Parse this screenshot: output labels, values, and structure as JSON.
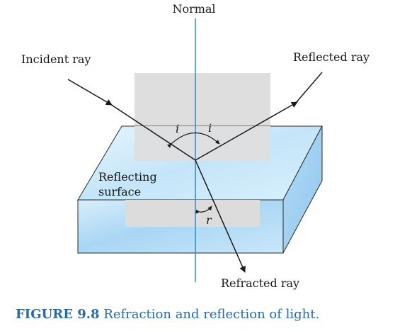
{
  "labels": {
    "normal": "Normal",
    "incident": "Incident ray",
    "reflected": "Reflected ray",
    "refracted": "Refracted ray",
    "surface_line1": "Reflecting",
    "surface_line2": "surface",
    "angle_incidence_left": "i",
    "angle_incidence_right": "i",
    "angle_refraction": "r"
  },
  "caption": {
    "figure_number": "FIGURE 9.8",
    "text": "Refraction and reflection of light."
  },
  "colors": {
    "caption": "#2a6aa6",
    "normal_line": "#3a8fd0",
    "glass_top": "#cfe9fb",
    "glass_front": "#b6dcf6",
    "glass_side": "#a9d3f1",
    "gray_plane": "#dedede",
    "ray": "#1a1a1a"
  }
}
